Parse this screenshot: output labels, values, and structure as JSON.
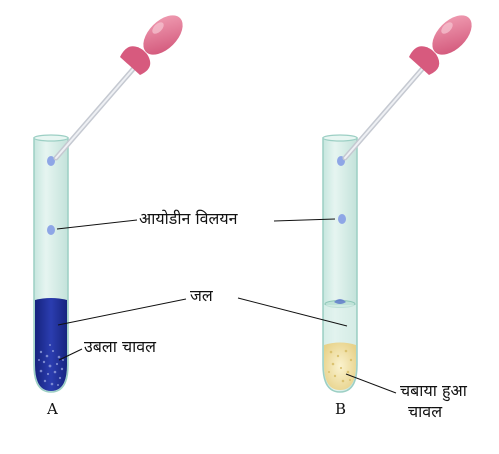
{
  "labels": {
    "iodine_solution": "आयोडीन विलयन",
    "water": "जल",
    "boiled_rice": "उबला चावल",
    "chewed_rice_line1": "चबाया हुआ",
    "chewed_rice_line2": "चावल",
    "tube_a": "A",
    "tube_b": "B"
  },
  "colors": {
    "tube_glass": "#d4ece6",
    "tube_outline": "#9ccfc4",
    "iodine_blue_black": "#1f2f9a",
    "dropper_bulb": "#e06a8a",
    "drop": "#8ea6e6",
    "chewed_rice": "#f1e3a8"
  },
  "icons": {
    "dropper_a": "dropper-icon",
    "dropper_b": "dropper-icon"
  }
}
